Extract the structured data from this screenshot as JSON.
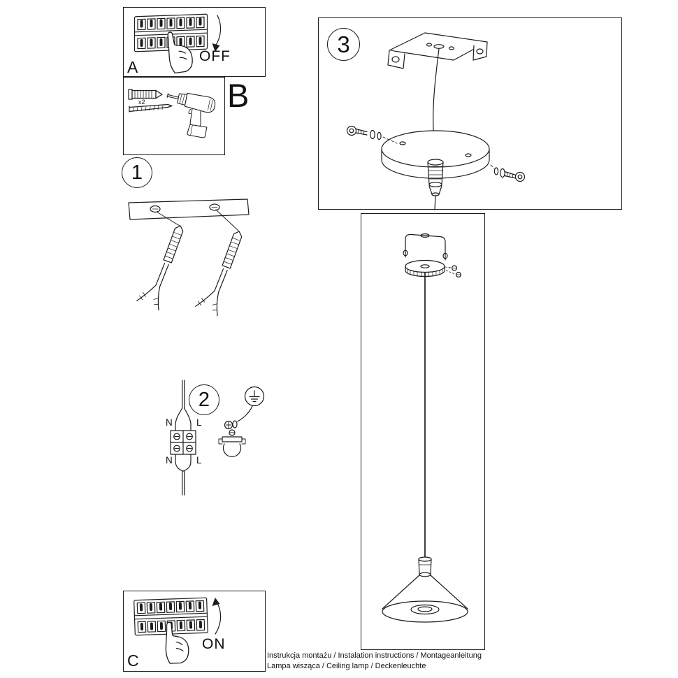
{
  "document": {
    "background": "#ffffff",
    "line_color": "#1c1c1c"
  },
  "panels": {
    "a": {
      "label": "A",
      "state": "OFF"
    },
    "b": {
      "label": "B",
      "anchor_quantity": "x2"
    },
    "c": {
      "label": "C",
      "state": "ON"
    }
  },
  "steps": {
    "s1": {
      "number": "1"
    },
    "s2": {
      "number": "2",
      "labels": {
        "neutral": "N",
        "line": "L"
      }
    },
    "s3": {
      "number": "3"
    }
  },
  "footer": {
    "line1": "Instrukcja montażu / Instalation instructions / Montageanleitung",
    "line2": "Lampa wisząca / Ceiling lamp / Deckenleuchte"
  }
}
